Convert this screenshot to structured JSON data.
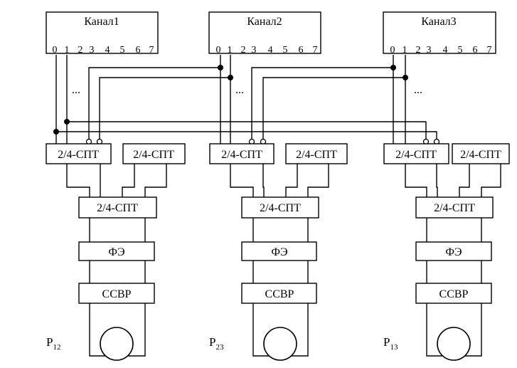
{
  "channels": [
    {
      "label": "Канал1",
      "bits": [
        "0",
        "1",
        "2",
        "3",
        "4",
        "5",
        "6",
        "7"
      ]
    },
    {
      "label": "Канал2",
      "bits": [
        "0",
        "1",
        "2",
        "3",
        "4",
        "5",
        "6",
        "7"
      ]
    },
    {
      "label": "Канал3",
      "bits": [
        "0",
        "1",
        "2",
        "3",
        "4",
        "5",
        "6",
        "7"
      ]
    }
  ],
  "ellipsis": "...",
  "groups": [
    {
      "spt_top_left": "2/4-СПТ",
      "spt_top_right": "2/4-СПТ",
      "spt_mid": "2/4-СПТ",
      "fe": "ФЭ",
      "ssvr": "ССВР",
      "label": "P",
      "label_sub": "12"
    },
    {
      "spt_top_left": "2/4-СПТ",
      "spt_top_right": "2/4-СПТ",
      "spt_mid": "2/4-СПТ",
      "fe": "ФЭ",
      "ssvr": "ССВР",
      "label": "P",
      "label_sub": "23"
    },
    {
      "spt_top_left": "2/4-СПТ",
      "spt_top_right": "2/4-СПТ",
      "spt_mid": "2/4-СПТ",
      "fe": "ФЭ",
      "ssvr": "ССВР",
      "label": "P",
      "label_sub": "13"
    }
  ]
}
